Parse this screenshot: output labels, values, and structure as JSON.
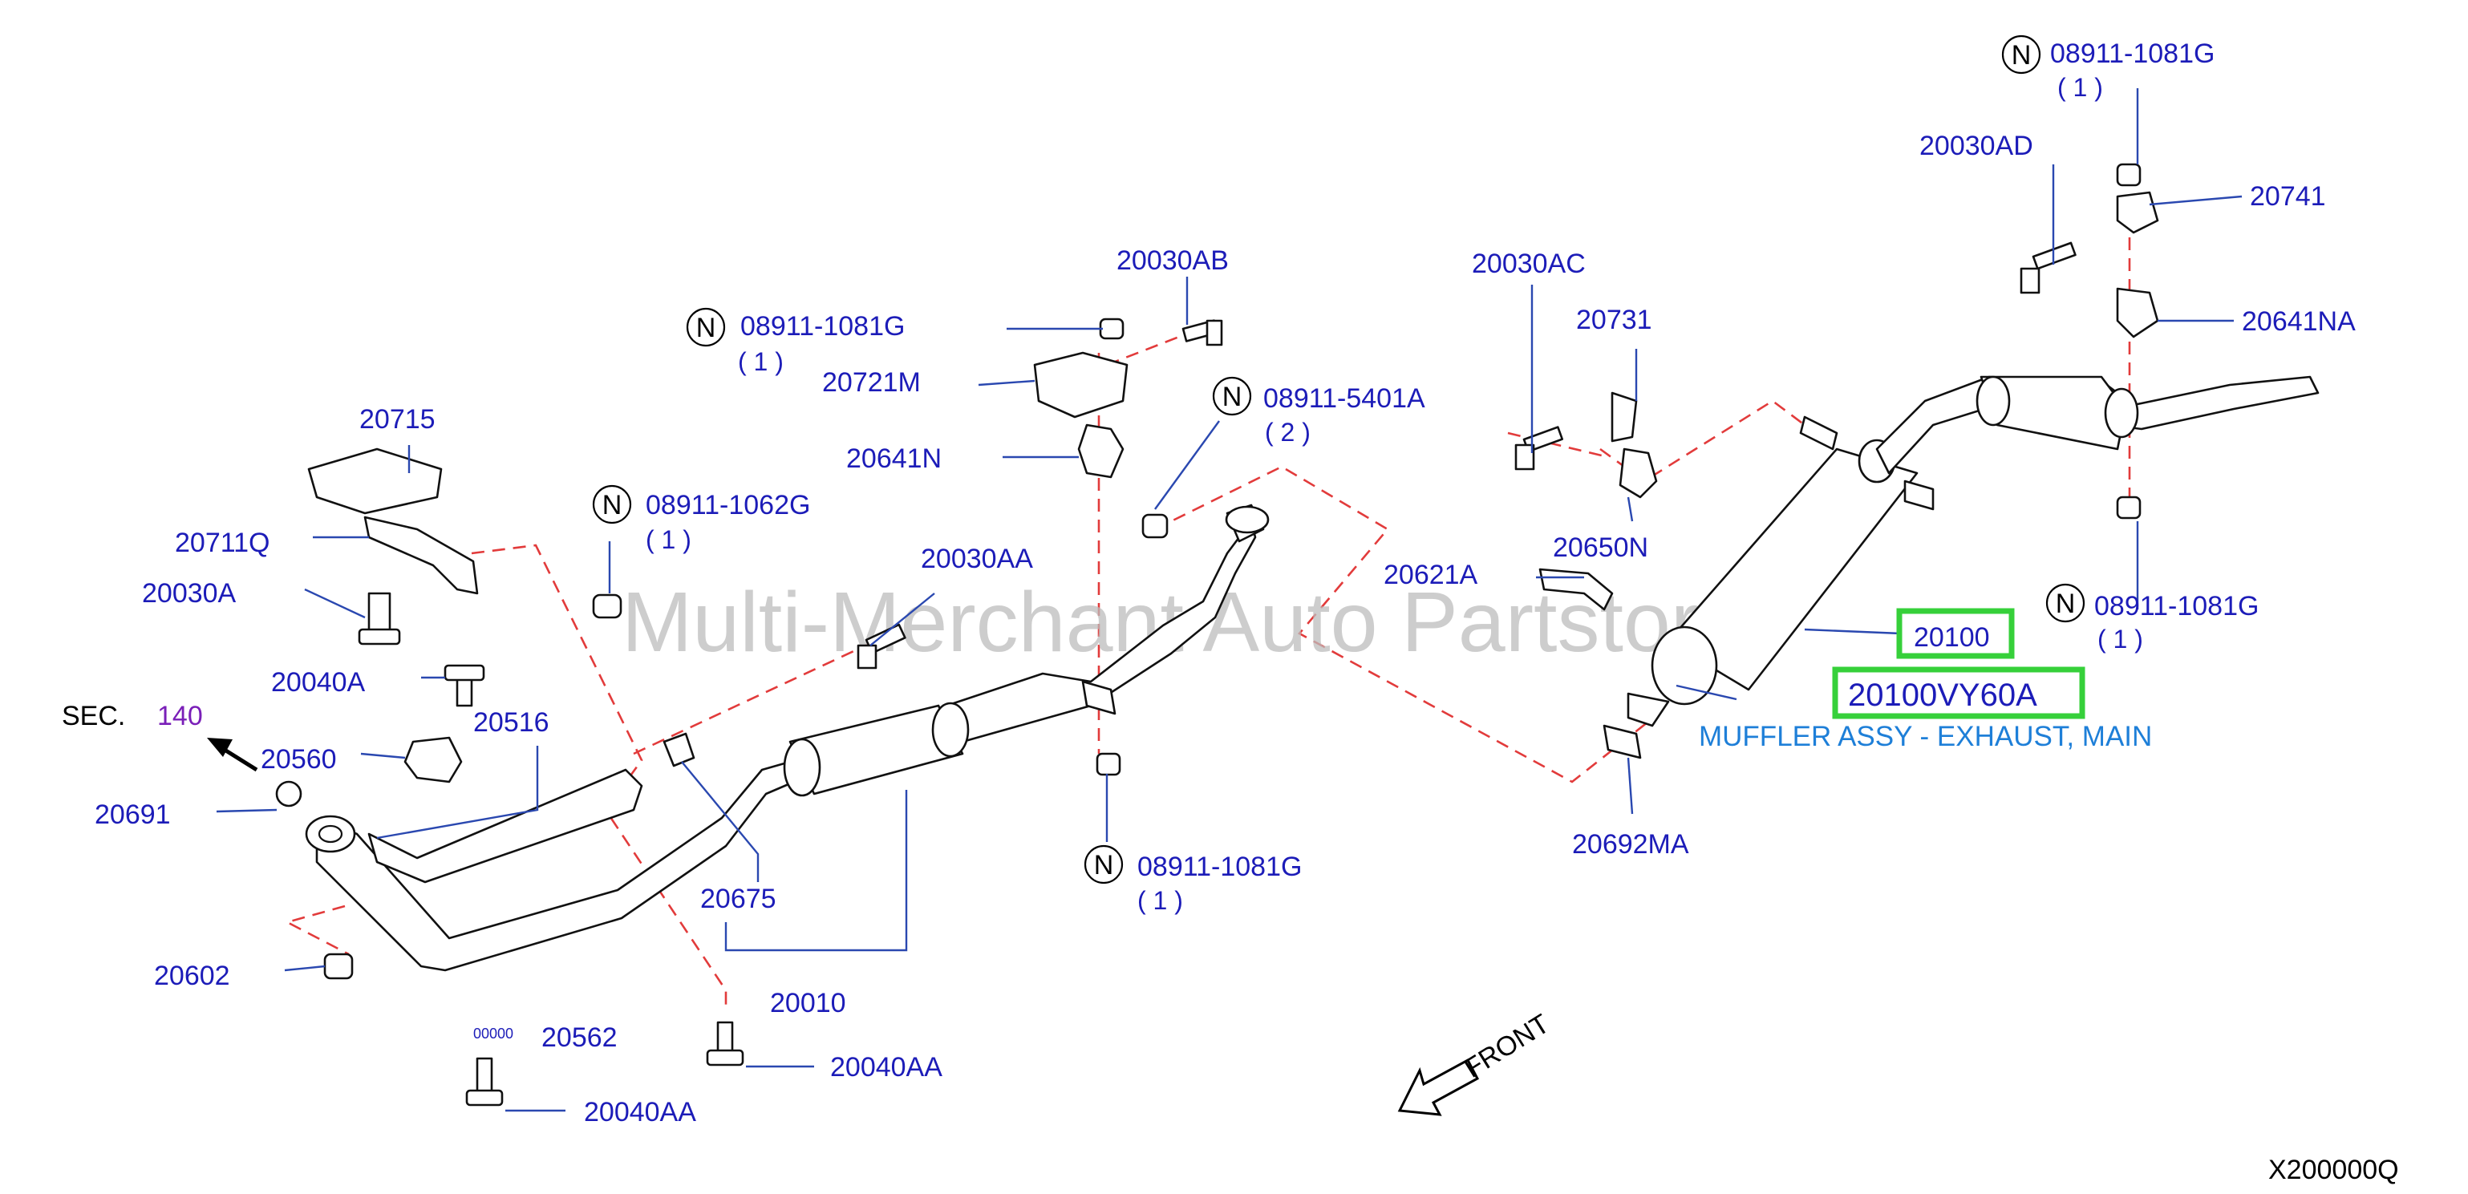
{
  "diagram": {
    "watermark": "Multi-Merchant Auto Partstore",
    "figure_code": "X200000Q",
    "section_ref": {
      "prefix": "SEC.",
      "number": "140"
    },
    "front_label": "FRONT",
    "notice_symbol": "N",
    "highlight": {
      "part_number": "20100",
      "oem_number": "20100VY60A",
      "description": "MUFFLER ASSY - EXHAUST, MAIN",
      "highlight_color": "#36d03a",
      "description_color": "#1e7fd8"
    },
    "colors": {
      "label": "#1c1cb8",
      "leader": "#2a48b0",
      "dashed": "#e23b3b",
      "section_number": "#7a1fb8"
    },
    "labels": {
      "p08911_1081g_topright": "08911-1081G",
      "q_topright": "( 1 )",
      "p20030ad": "20030AD",
      "p20741": "20741",
      "p20641na": "20641NA",
      "p08911_1081g_right": "08911-1081G",
      "q_right": "( 1 )",
      "p20030ac": "20030AC",
      "p20731": "20731",
      "p20650n": "20650N",
      "p20621a": "20621A",
      "p20692ma": "20692MA",
      "p20030ab": "20030AB",
      "p08911_1081g_upper": "08911-1081G",
      "q_upper": "( 1 )",
      "p20721m": "20721M",
      "p08911_5401a": "08911-5401A",
      "q_5401a": "( 2 )",
      "p20641n": "20641N",
      "p08911_1062g": "08911-1062G",
      "q_1062g": "( 1 )",
      "p20030aa": "20030AA",
      "p20715": "20715",
      "p20711q": "20711Q",
      "p20030a": "20030A",
      "p20040a": "20040A",
      "p20516": "20516",
      "p20560": "20560",
      "p20691": "20691",
      "p20675": "20675",
      "p20010": "20010",
      "p08911_1081g_lower": "08911-1081G",
      "q_lower": "( 1 )",
      "p20602": "20602",
      "p20562": "20562",
      "p20562_marks": "00000",
      "p20040aa_mid": "20040AA",
      "p20040aa_bottom": "20040AA"
    }
  }
}
